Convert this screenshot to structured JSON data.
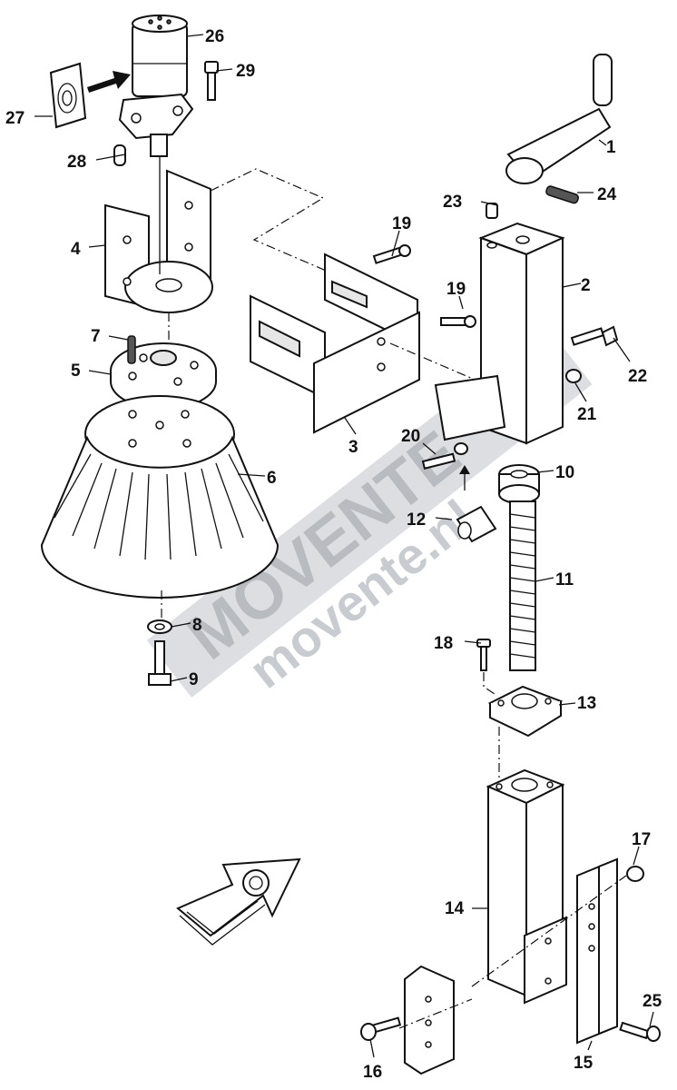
{
  "callouts": [
    "1",
    "2",
    "3",
    "4",
    "5",
    "6",
    "7",
    "8",
    "9",
    "10",
    "11",
    "12",
    "13",
    "14",
    "15",
    "16",
    "17",
    "18",
    "19",
    "19",
    "20",
    "21",
    "22",
    "23",
    "24",
    "25",
    "26",
    "27",
    "28",
    "29"
  ],
  "watermark": {
    "brand": "MOVENTE",
    "url": "movente.nl"
  },
  "colors": {
    "line": "#111111",
    "watermark": "#9aa0a8",
    "background": "#ffffff"
  }
}
